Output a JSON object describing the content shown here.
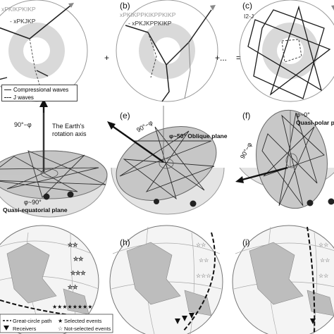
{
  "panels": {
    "b_label": "(b)",
    "c_label": "(c)",
    "e_label": "(e)",
    "f_label": "(f)",
    "h_label": "(h)",
    "i_label": "(i)"
  },
  "operators": {
    "plus": "+",
    "plus_dots": "+...",
    "equals": "="
  },
  "panel_a": {
    "ray1": "xPKIKPKIKP",
    "ray2": "- xPKJKP"
  },
  "panel_b": {
    "ray1": "xPKIKPPKIKPPKIKP",
    "ray2": "- xPKJKPPKIKP"
  },
  "panel_c": {
    "ray1": "I2-J"
  },
  "legend_top": {
    "compressional": "Compressional waves",
    "jwaves": "J waves"
  },
  "panel_d": {
    "angle": "90°−φ",
    "axis_line1": "The Earth's",
    "axis_line2": "rotation axis",
    "phi": "φ~90°",
    "plane": "Quasi-equatorial plane"
  },
  "panel_e": {
    "angle": "90°−φ",
    "plane": "φ~50° Oblique plane"
  },
  "panel_f": {
    "phi": "φ~0°",
    "plane": "Quasi-polar p",
    "angle": "90°−φ"
  },
  "legend_bottom": {
    "path": "Great-circle path",
    "selected": "Selected events",
    "receivers": "Receivers",
    "not_selected": "Not-selected events"
  },
  "colors": {
    "ink": "#1a1a1a",
    "grey_ray": "#8a8a8a",
    "plane_fill": "#c8c8c8",
    "globe_land": "#bdbdbd"
  }
}
